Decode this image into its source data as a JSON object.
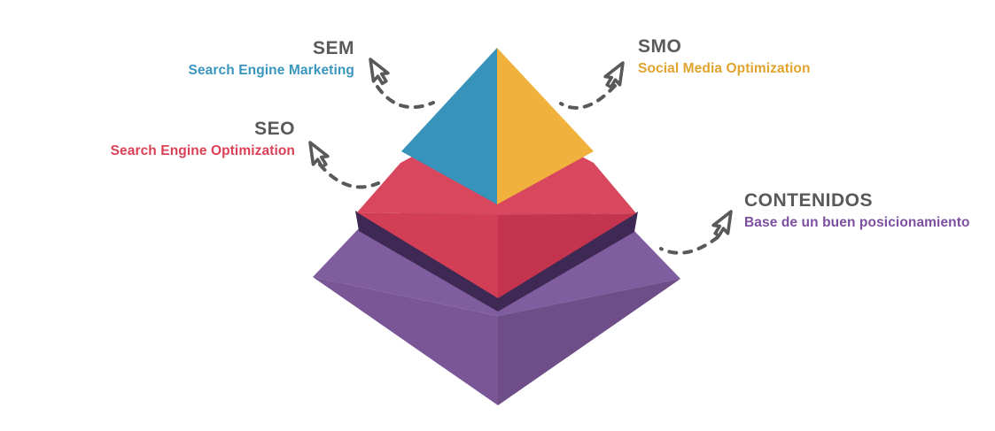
{
  "diagram": {
    "type": "pyramid-infographic",
    "background": "#ffffff",
    "labels": {
      "sem": {
        "title": "SEM",
        "subtitle": "Search Engine Marketing",
        "color": "#3996BE",
        "points_to": "top-left-face"
      },
      "smo": {
        "title": "SMO",
        "subtitle": "Social Media Optimization",
        "color": "#E0A42E",
        "points_to": "top-right-face"
      },
      "seo": {
        "title": "SEO",
        "subtitle": "Search Engine Optimization",
        "color": "#DB4056",
        "points_to": "middle-tier"
      },
      "contenidos": {
        "title": "CONTENIDOS",
        "subtitle": "Base de un buen posicionamiento",
        "color": "#7C4FA0",
        "points_to": "base-tier"
      }
    },
    "colors": {
      "title_text": "#58595B",
      "connector": "#58595B",
      "cursor_fill": "#ffffff",
      "top_left_face": "#3893BA",
      "top_right_face": "#F0B23D",
      "mid_rim": "#D8475E",
      "mid_left_face": "#D23E55",
      "mid_right_face": "#C5344E",
      "base_rim": "#7F5D9E",
      "base_left_face": "#7B5696",
      "base_right_face": "#6F4D89",
      "base_shadow": "#3E2955"
    }
  }
}
